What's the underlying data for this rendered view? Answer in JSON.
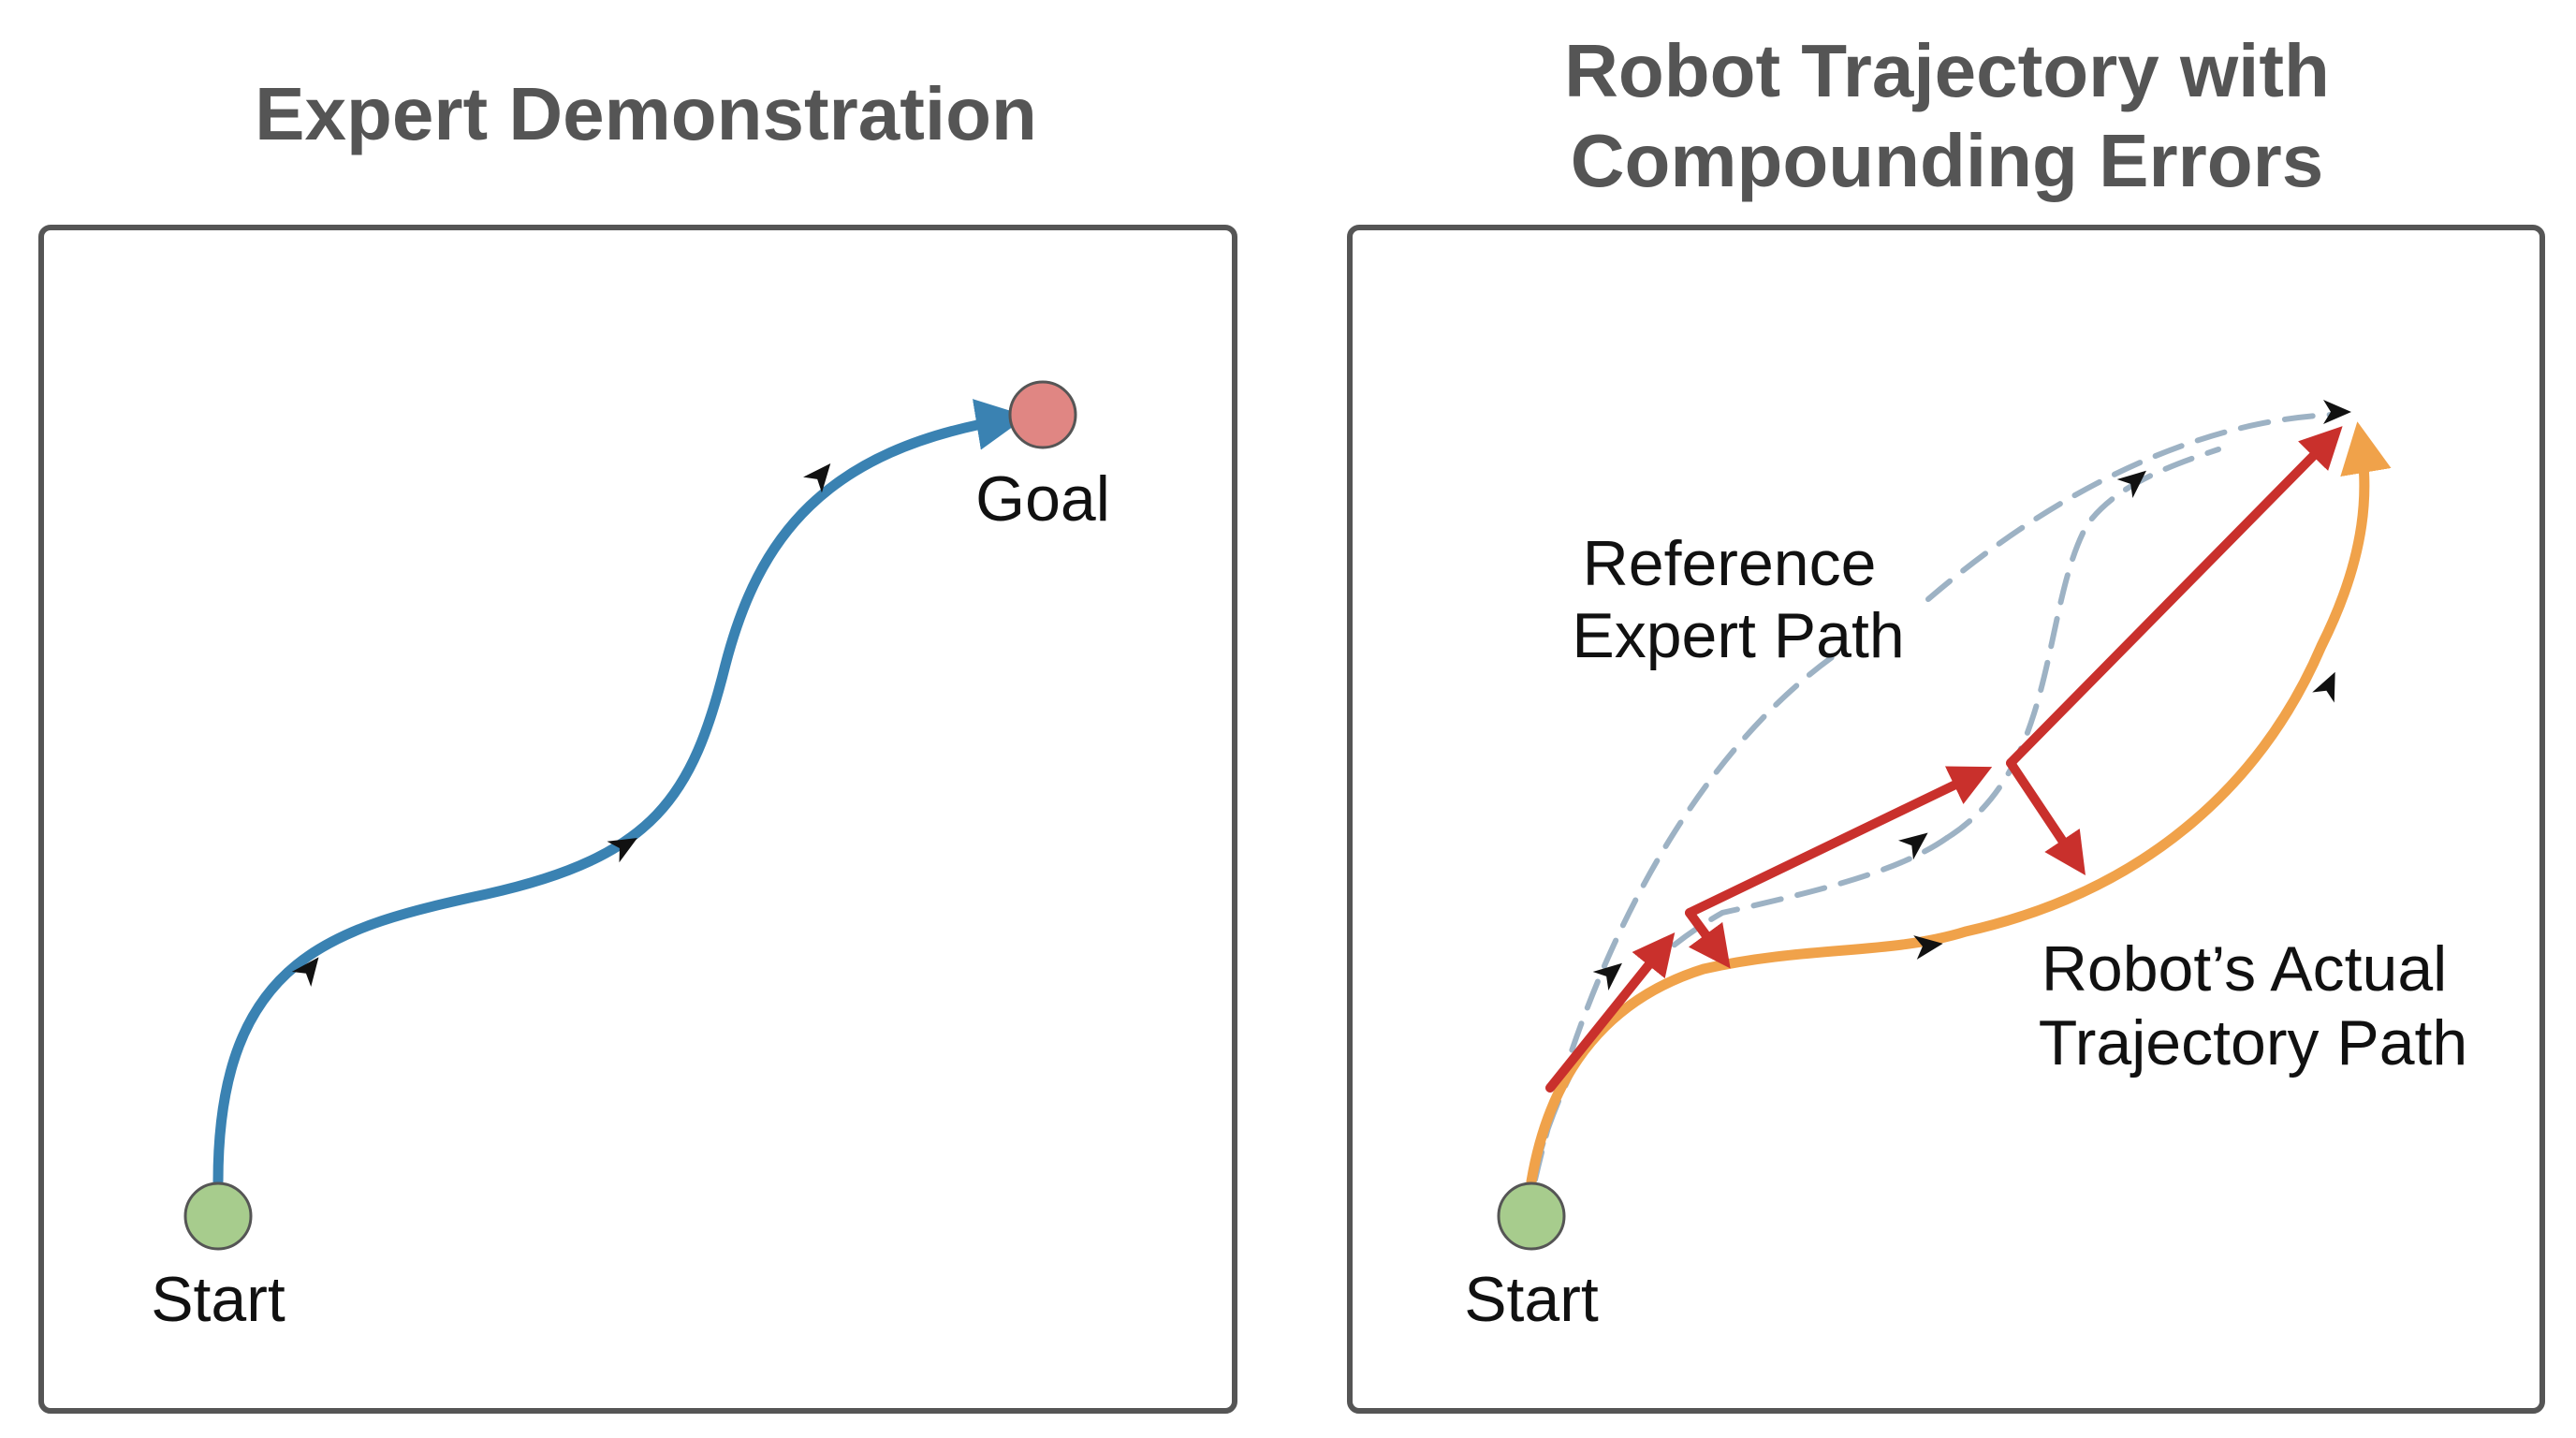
{
  "panels": {
    "left": {
      "title": "Expert Demonstration",
      "start_label": "Start",
      "goal_label": "Goal"
    },
    "right": {
      "title_line1": "Robot Trajectory with",
      "title_line2": "Compounding Errors",
      "start_label": "Start",
      "reference_label_line1": "Reference",
      "reference_label_line2": "Expert Path",
      "actual_label_line1": "Robot’s Actual",
      "actual_label_line2": "Trajectory Path"
    }
  },
  "colors": {
    "expert_path": "#3a82b2",
    "start_marker": "#a7cc8d",
    "goal_marker": "#e08683",
    "reference_path": "#9db2c4",
    "actual_path": "#f0a24a",
    "error_arrows": "#c9302c",
    "panel_border": "#555555",
    "title_text": "#555555"
  }
}
